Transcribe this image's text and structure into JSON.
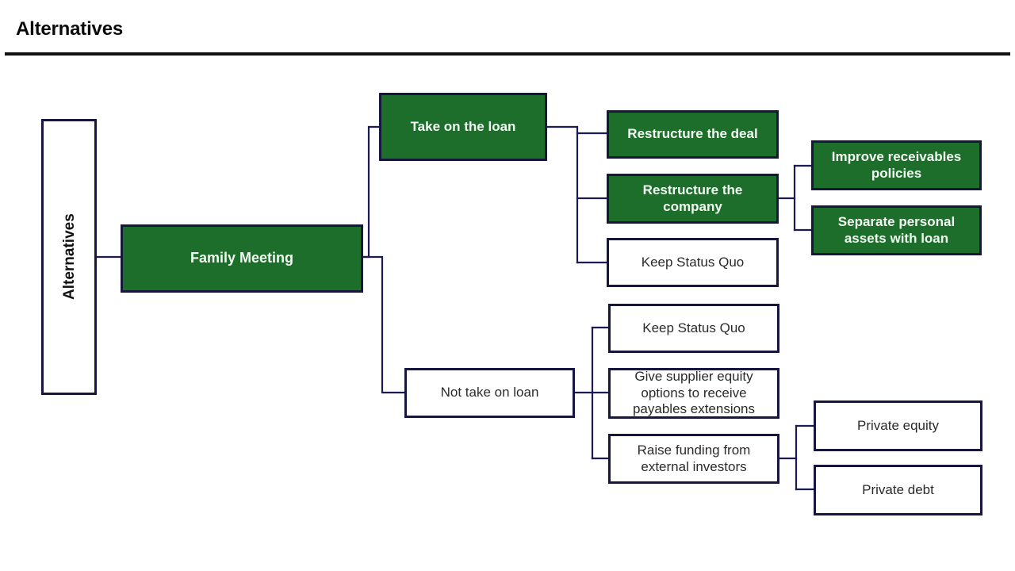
{
  "header": {
    "title": "Alternatives"
  },
  "diagram": {
    "type": "tree",
    "orientation": "left-to-right",
    "colors": {
      "highlight_fill": "#1e6e2b",
      "highlight_text": "#f2fbf3",
      "plain_fill": "#ffffff",
      "plain_text": "#2b2b2b",
      "border": "#16163f",
      "connector": "#1b1b52",
      "rule": "#111111"
    },
    "nodes": {
      "root": {
        "label": "Alternatives",
        "style": "plain",
        "orientation": "vertical"
      },
      "level1": {
        "label": "Family Meeting",
        "style": "green"
      },
      "take_loan": {
        "label": "Take on the loan",
        "style": "green"
      },
      "not_take_loan": {
        "label": "Not take on loan",
        "style": "plain"
      },
      "restructure_deal": {
        "label": "Restructure the deal",
        "style": "green"
      },
      "restructure_company": {
        "label": "Restructure the company",
        "style": "green"
      },
      "keep_status_quo_upper": {
        "label": "Keep Status Quo",
        "style": "plain"
      },
      "improve_receivables": {
        "label": "Improve receivables policies",
        "style": "green"
      },
      "separate_assets": {
        "label": "Separate personal assets with loan",
        "style": "green"
      },
      "keep_status_quo_lower": {
        "label": "Keep Status Quo",
        "style": "plain"
      },
      "supplier_equity": {
        "label": "Give supplier equity options to receive payables extensions",
        "style": "plain"
      },
      "raise_funding": {
        "label": "Raise funding from external investors",
        "style": "plain"
      },
      "private_equity": {
        "label": "Private equity",
        "style": "plain"
      },
      "private_debt": {
        "label": "Private debt",
        "style": "plain"
      }
    },
    "edges": [
      {
        "from": "root",
        "to": "level1"
      },
      {
        "from": "level1",
        "to": "take_loan"
      },
      {
        "from": "level1",
        "to": "not_take_loan"
      },
      {
        "from": "take_loan",
        "to": "restructure_deal"
      },
      {
        "from": "take_loan",
        "to": "restructure_company"
      },
      {
        "from": "take_loan",
        "to": "keep_status_quo_upper"
      },
      {
        "from": "restructure_company",
        "to": "improve_receivables"
      },
      {
        "from": "restructure_company",
        "to": "separate_assets"
      },
      {
        "from": "not_take_loan",
        "to": "keep_status_quo_lower"
      },
      {
        "from": "not_take_loan",
        "to": "supplier_equity"
      },
      {
        "from": "not_take_loan",
        "to": "raise_funding"
      },
      {
        "from": "raise_funding",
        "to": "private_equity"
      },
      {
        "from": "raise_funding",
        "to": "private_debt"
      }
    ]
  }
}
